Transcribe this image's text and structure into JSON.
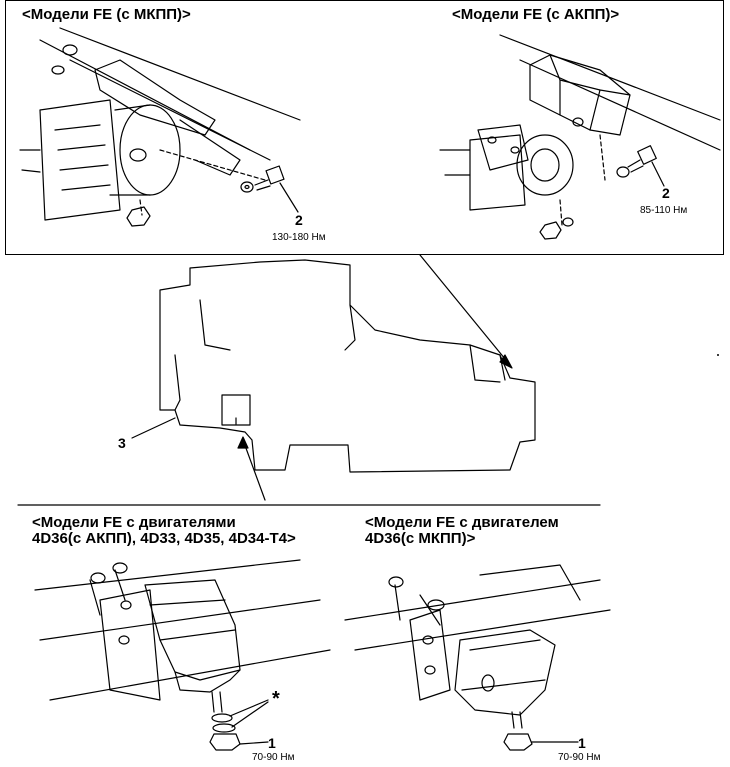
{
  "panels": {
    "top_left": {
      "title": "<Модели FE (с МКПП)>",
      "part_number": "2",
      "torque": "130-180 Нм"
    },
    "top_right": {
      "title": "<Модели FE (с АКПП)>",
      "part_number": "2",
      "torque": "85-110 Нм"
    },
    "center": {
      "part_number": "3"
    },
    "bottom_left": {
      "title_line1": "<Модели FE с двигателями",
      "title_line2": "4D36(с АКПП), 4D33, 4D35, 4D34-T4>",
      "part_number": "1",
      "marker": "*",
      "torque": "70-90 Нм"
    },
    "bottom_right": {
      "title_line1": "<Модели FE с двигателем",
      "title_line2": "4D36(с МКПП)>",
      "part_number": "1",
      "torque": "70-90 Нм"
    }
  }
}
